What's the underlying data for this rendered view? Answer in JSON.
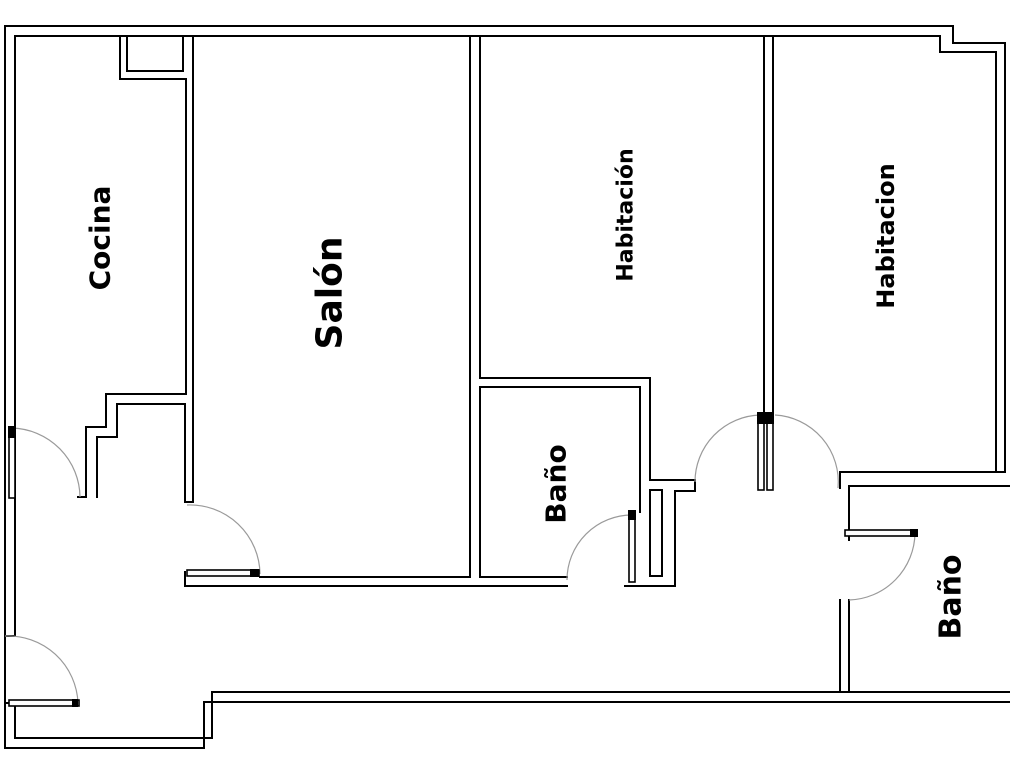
{
  "rooms": {
    "cocina": "Cocina",
    "salon": "Salón",
    "habitacion_1": "Habitación",
    "habitacion_2": "Habitacion",
    "bano_1": "Baño",
    "bano_2": "Baño"
  }
}
